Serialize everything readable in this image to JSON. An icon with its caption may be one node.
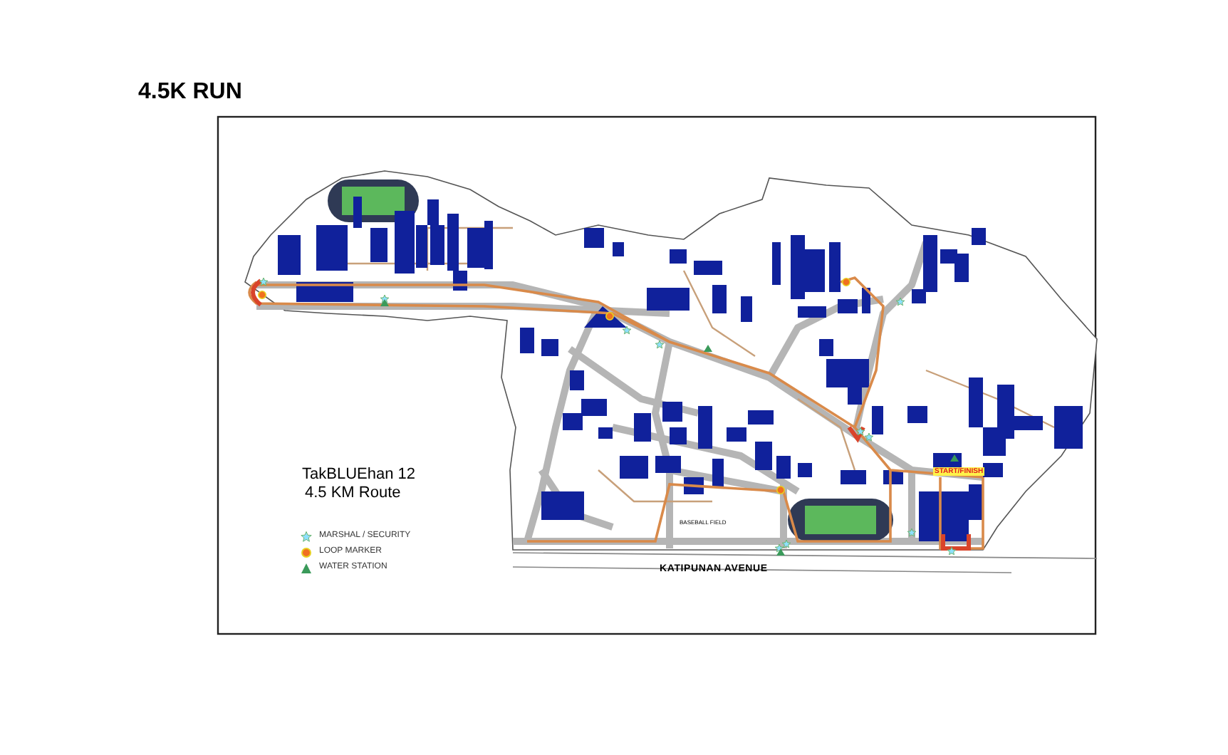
{
  "diagram": {
    "title": "4.5K RUN",
    "labels": [
      "TakBLUEhan 12",
      "4.5 KM Route",
      "START/FINISH",
      "BASEBALL FIELD",
      "KATIPUNAN AVENUE"
    ],
    "legend": [
      {
        "text": "MARSHAL / SECURITY"
      },
      {
        "text": "LOOP MARKER"
      },
      {
        "text": "WATER STATION"
      }
    ]
  }
}
